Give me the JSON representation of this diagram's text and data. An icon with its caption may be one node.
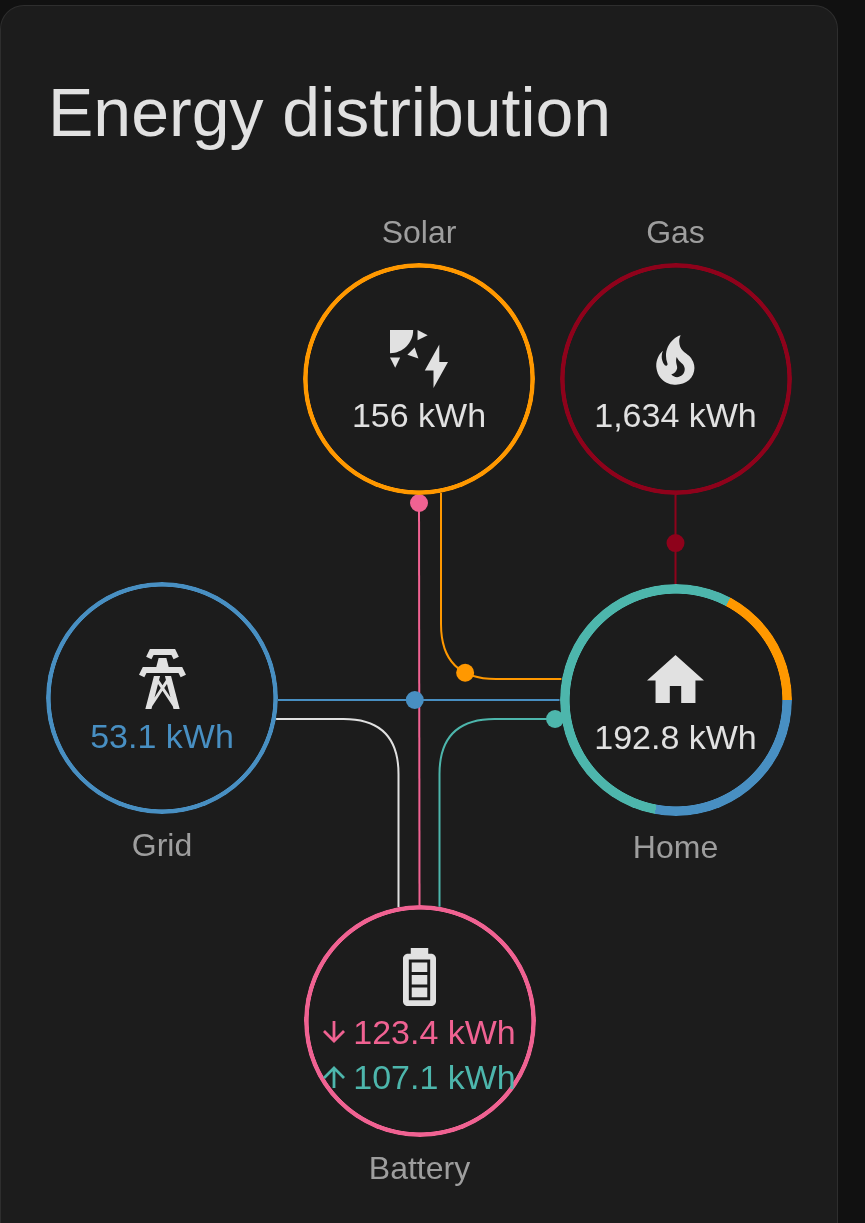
{
  "diagram": {
    "title": "Energy distribution",
    "nodes": [
      {
        "text": [
          "Solar",
          "156 kWh"
        ]
      },
      {
        "text": [
          "Gas",
          "1,634 kWh"
        ]
      },
      {
        "text": [
          "53.1 kWh",
          "Grid"
        ]
      },
      {
        "text": [
          "192.8 kWh",
          "Home"
        ]
      },
      {
        "text": [
          "123.4 kWh",
          "107.1 kWh",
          "Battery"
        ]
      }
    ],
    "edges": [
      {
        "from": 0,
        "to": 3,
        "arrow": "none",
        "color": "#ff9800"
      },
      {
        "from": 0,
        "to": 4,
        "arrow": "other",
        "color": "#f06292"
      },
      {
        "from": 2,
        "to": 3,
        "arrow": "none",
        "color": "#488fc2"
      },
      {
        "from": 2,
        "to": 4,
        "arrow": "none",
        "color": "#e0e0e0"
      },
      {
        "from": 4,
        "to": 3,
        "arrow": "other",
        "color": "#4db6ac"
      },
      {
        "from": 1,
        "to": 3,
        "arrow": "none",
        "color": "#8e021b"
      }
    ]
  }
}
